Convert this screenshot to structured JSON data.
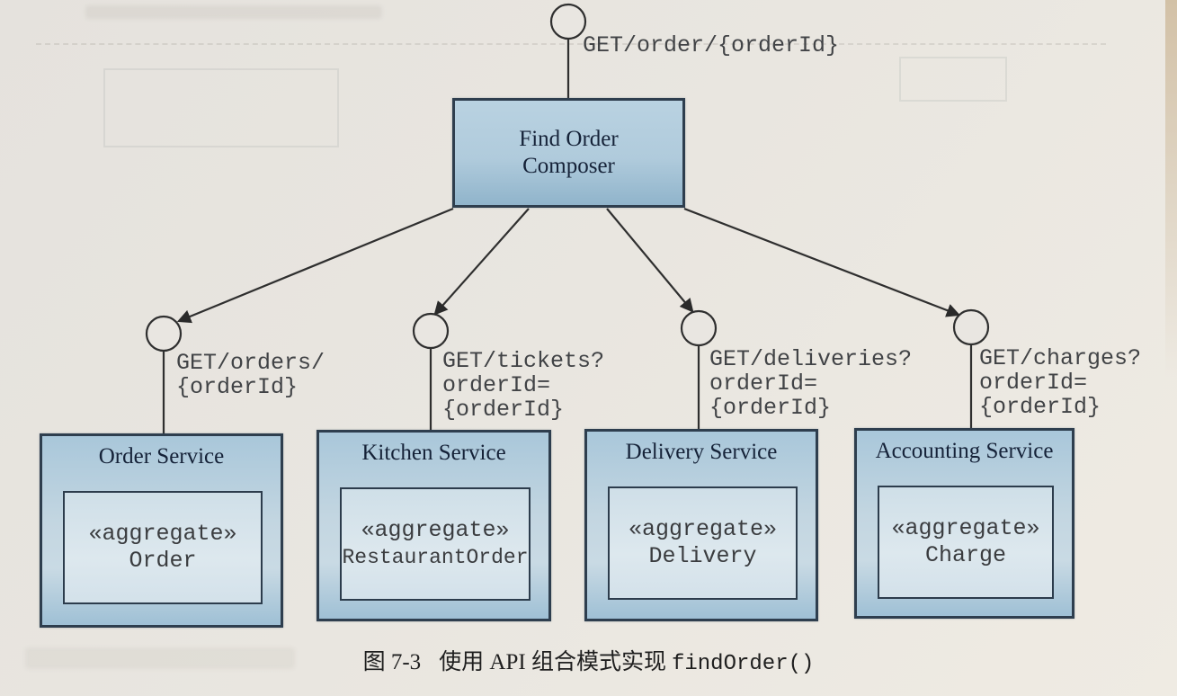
{
  "diagram": {
    "top_endpoint": {
      "label": "GET/order/{orderId}"
    },
    "composer": {
      "label": "Find Order\nComposer"
    },
    "branches": [
      {
        "endpoint_label": "GET/orders/\n{orderId}",
        "service": {
          "title": "Order Service",
          "stereotype": "«aggregate»",
          "aggregate": "Order"
        }
      },
      {
        "endpoint_label": "GET/tickets?\norderId=\n{orderId}",
        "service": {
          "title": "Kitchen Service",
          "stereotype": "«aggregate»",
          "aggregate": "RestaurantOrder"
        }
      },
      {
        "endpoint_label": "GET/deliveries?\norderId=\n{orderId}",
        "service": {
          "title": "Delivery Service",
          "stereotype": "«aggregate»",
          "aggregate": "Delivery"
        }
      },
      {
        "endpoint_label": "GET/charges?\norderId=\n{orderId}",
        "service": {
          "title": "Accounting Service",
          "stereotype": "«aggregate»",
          "aggregate": "Charge"
        }
      }
    ]
  },
  "caption": {
    "figure_label": "图 7-3",
    "text": "使用 API 组合模式实现",
    "code": "findOrder()"
  },
  "colors": {
    "service_box_fill": "#aecbdd",
    "composer_box_fill": "#a4c3d8",
    "inner_box_fill": "#d8e4ec",
    "box_border": "#2e3e4e",
    "line": "#2f2f2f",
    "mono_text": "#3a3c3f",
    "title_text": "#152238",
    "paper": "#e9e6e0"
  }
}
